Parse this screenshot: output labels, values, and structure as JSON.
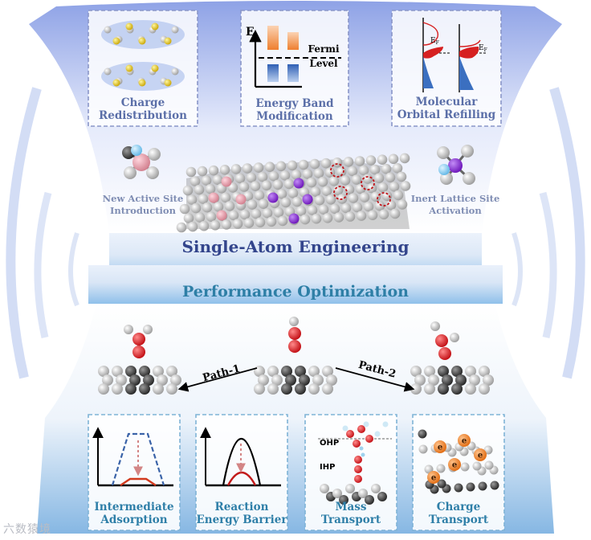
{
  "upper": {
    "title": "Single-Atom Engineering",
    "panels": {
      "charge_redistribution": "Charge\nRedistribution",
      "energy_band": "Energy Band\nModification",
      "orbital_refilling": "Molecular\nOrbital Refilling"
    },
    "band_axis_label": "E",
    "fermi_label": "Fermi\nLevel",
    "ef_label": "E",
    "ef_sub": "F",
    "new_active_site": "New Active Site\nIntroduction",
    "inert_lattice": "Inert Lattice Site\nActivation"
  },
  "lower": {
    "title": "Performance Optimization",
    "path1": "Path-1",
    "path2": "Path-2",
    "panels": {
      "intermediate_adsorption": "Intermediate\nAdsorption",
      "reaction_barrier": "Reaction\nEnergy Barrier",
      "mass_transport": "Mass\nTransport",
      "charge_transport": "Charge\nTransport"
    },
    "ohp_label": "OHP",
    "ihp_label": "IHP",
    "electron_label": "e"
  },
  "watermark": "六数猿境",
  "colors": {
    "frame_blue": "#7d93dd",
    "dashed_border": "#8a96c8",
    "engineering_title": "#33458c",
    "performance_title": "#2e7fa6",
    "oxygen_red": "#e0262a",
    "fermi_orange": "#f08a3c",
    "band_blue": "#4a78c4",
    "dopant_purple": "#8a2be2",
    "dopant_pink": "#e89aa6"
  }
}
